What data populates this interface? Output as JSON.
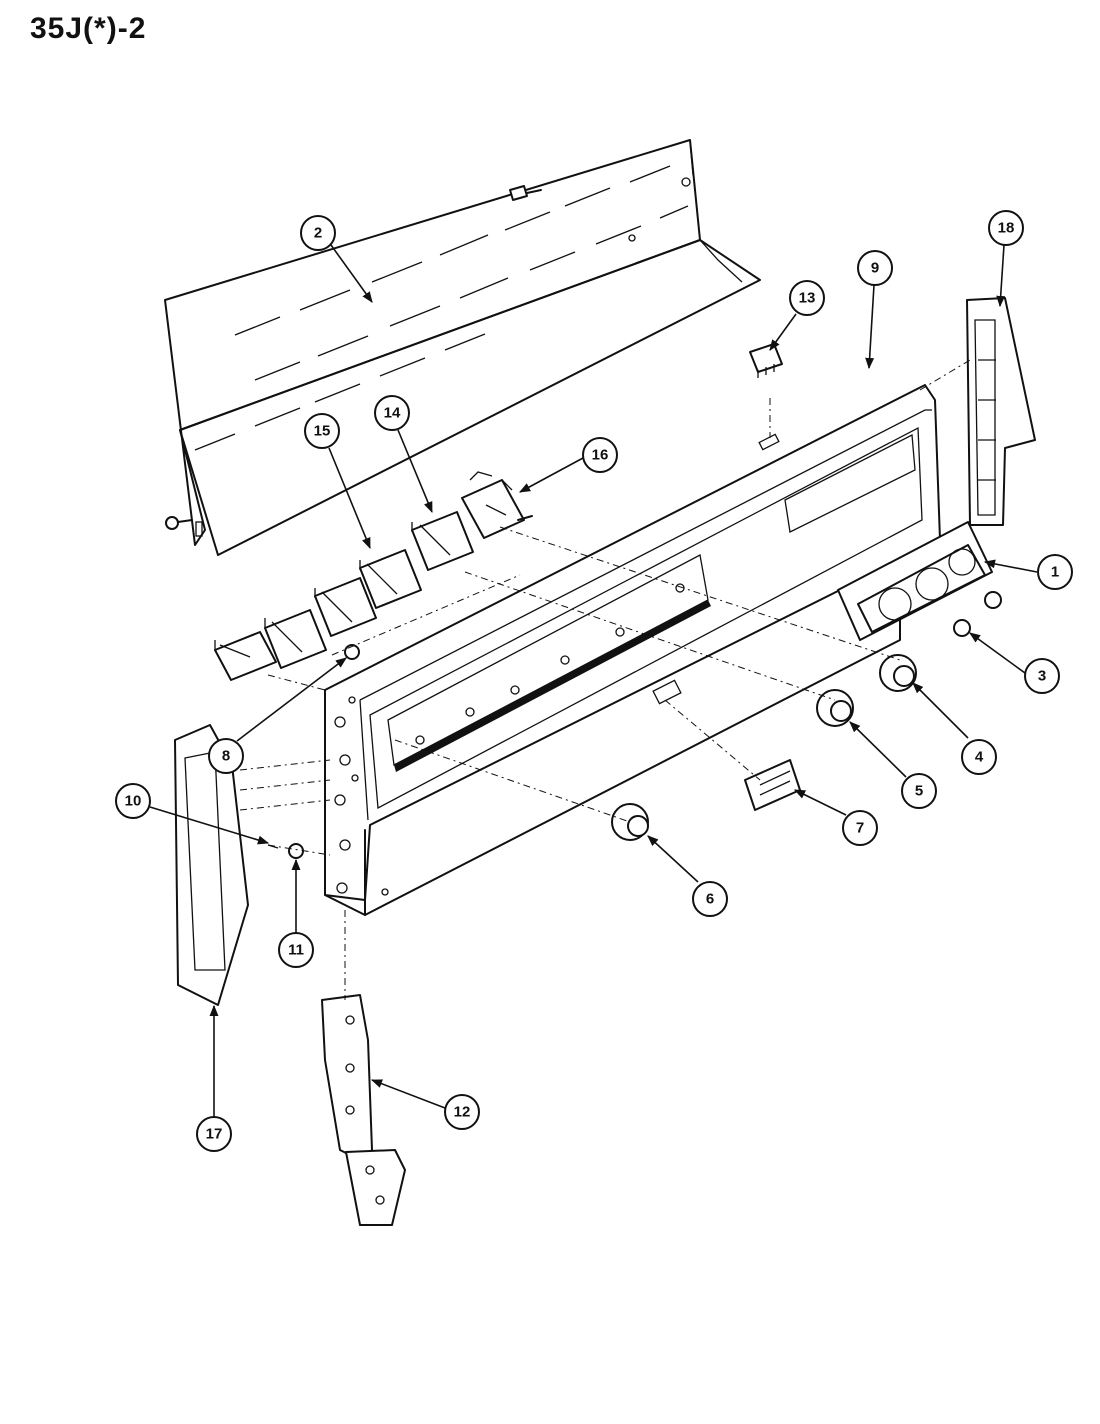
{
  "title": "35J(*)-2",
  "callouts": [
    {
      "label": "1"
    },
    {
      "label": "2"
    },
    {
      "label": "3"
    },
    {
      "label": "4"
    },
    {
      "label": "5"
    },
    {
      "label": "6"
    },
    {
      "label": "7"
    },
    {
      "label": "8"
    },
    {
      "label": "9"
    },
    {
      "label": "10"
    },
    {
      "label": "11"
    },
    {
      "label": "12"
    },
    {
      "label": "13"
    },
    {
      "label": "14"
    },
    {
      "label": "15"
    },
    {
      "label": "16"
    },
    {
      "label": "17"
    },
    {
      "label": "18"
    }
  ]
}
